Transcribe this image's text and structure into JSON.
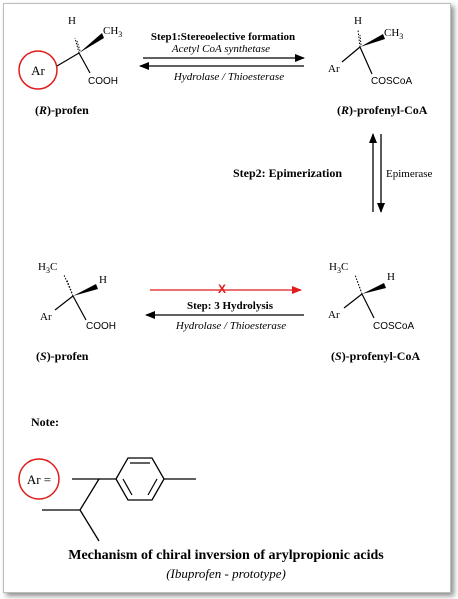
{
  "colors": {
    "accent": "#e21b1b",
    "ink": "#000000"
  },
  "molecules": {
    "r_profen": {
      "h": "H",
      "ch3": "CH3",
      "ch3_base": "CH",
      "ch3_sub": "3",
      "ar": "Ar",
      "group": "COOH",
      "label_open": "(",
      "label_letter": "R",
      "label_rest": ")-profen"
    },
    "r_profenyl_coa": {
      "h": "H",
      "ch3_base": "CH",
      "ch3_sub": "3",
      "ar": "Ar",
      "group": "COSCoA",
      "label_open": "(",
      "label_letter": "R",
      "label_rest": ")-profenyl-CoA"
    },
    "s_profen": {
      "h": "H",
      "h3c_h": "H",
      "h3c_sub": "3",
      "h3c_c": "C",
      "ar": "Ar",
      "group": "COOH",
      "label_open": "(",
      "label_letter": "S",
      "label_rest": ")-profen"
    },
    "s_profenyl_coa": {
      "h": "H",
      "h3c_h": "H",
      "h3c_sub": "3",
      "h3c_c": "C",
      "ar": "Ar",
      "group": "COSCoA",
      "label_open": "(",
      "label_letter": "S",
      "label_rest": ")-profenyl-CoA"
    }
  },
  "steps": {
    "step1": {
      "title": "Step1:Stereoelective formation",
      "forward_enzyme": "Acetyl CoA synthetase",
      "reverse_enzyme": "Hydrolase / Thioesterase"
    },
    "step2": {
      "title": "Step2: Epimerization",
      "enzyme": "Epimerase"
    },
    "step3": {
      "blocked_mark": "X",
      "title": "Step: 3 Hydrolysis",
      "enzyme": "Hydrolase / Thioesterase"
    }
  },
  "note": {
    "label": "Note:",
    "ar_equals": "Ar ="
  },
  "caption": {
    "title": "Mechanism of chiral inversion of arylpropionic acids",
    "subtitle": "(Ibuprofen - prototype)"
  }
}
